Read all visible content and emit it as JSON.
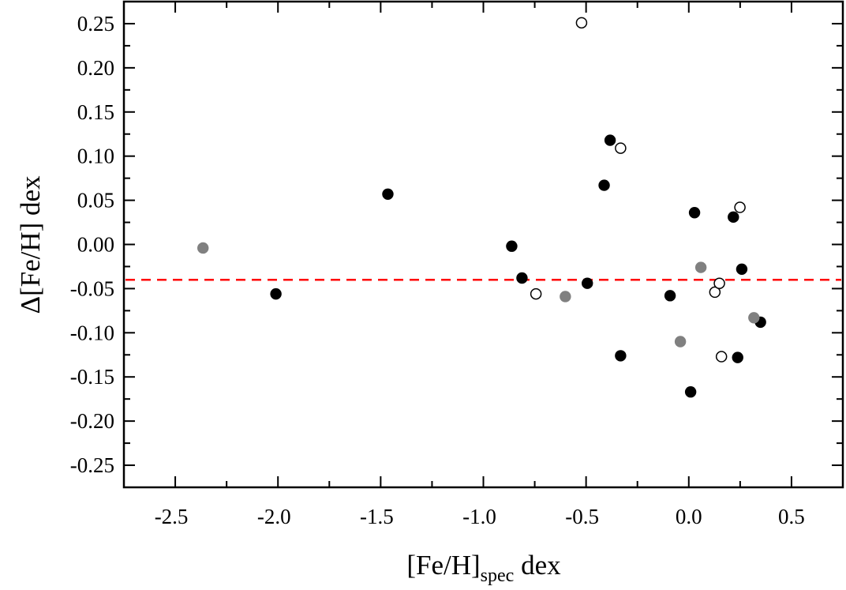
{
  "chart_data": {
    "type": "scatter",
    "title": "",
    "xlabel": "[Fe/H]",
    "xlabel_sub": "spec",
    "xlabel_suffix": " dex",
    "ylabel": "Δ[Fe/H] dex",
    "xlim": [
      -2.75,
      0.75
    ],
    "ylim": [
      -0.275,
      0.275
    ],
    "xticks": [
      -2.5,
      -2.0,
      -1.5,
      -1.0,
      -0.5,
      0.0,
      0.5
    ],
    "xtick_labels": [
      "-2.5",
      "-2.0",
      "-1.5",
      "-1.0",
      "-0.5",
      "0.0",
      "0.5"
    ],
    "yticks": [
      0.25,
      0.2,
      0.15,
      0.1,
      0.05,
      0.0,
      -0.05,
      -0.1,
      -0.15,
      -0.2,
      -0.25
    ],
    "ytick_labels": [
      "0.25",
      "0.20",
      "0.15",
      "0.10",
      "0.05",
      "0.00",
      "-0.05",
      "-0.10",
      "-0.15",
      "-0.20",
      "-0.25"
    ],
    "grid": false,
    "reference_line": {
      "y": -0.04,
      "style": "dashed",
      "color": "#ff0000"
    },
    "series": [
      {
        "marker": "filled-circle",
        "color": "#000000",
        "points": [
          [
            -2.01,
            -0.056
          ],
          [
            -1.465,
            0.057
          ],
          [
            -0.862,
            -0.002
          ],
          [
            -0.812,
            -0.038
          ],
          [
            -0.494,
            -0.044
          ],
          [
            -0.383,
            0.118
          ],
          [
            -0.412,
            0.067
          ],
          [
            -0.332,
            -0.126
          ],
          [
            -0.091,
            -0.058
          ],
          [
            0.009,
            -0.167
          ],
          [
            0.028,
            0.036
          ],
          [
            0.217,
            0.031
          ],
          [
            0.238,
            -0.128
          ],
          [
            0.258,
            -0.028
          ],
          [
            0.349,
            -0.088
          ]
        ]
      },
      {
        "marker": "filled-circle",
        "color": "#808080",
        "points": [
          [
            -2.365,
            -0.004
          ],
          [
            -0.601,
            -0.059
          ],
          [
            -0.041,
            -0.11
          ],
          [
            0.059,
            -0.026
          ],
          [
            0.317,
            -0.083
          ]
        ]
      },
      {
        "marker": "open-circle",
        "color": "#000000",
        "points": [
          [
            -0.522,
            0.251
          ],
          [
            -0.332,
            0.109
          ],
          [
            -0.744,
            -0.056
          ],
          [
            0.127,
            -0.054
          ],
          [
            0.149,
            -0.044
          ],
          [
            0.159,
            -0.127
          ],
          [
            0.249,
            0.042
          ]
        ]
      }
    ]
  }
}
